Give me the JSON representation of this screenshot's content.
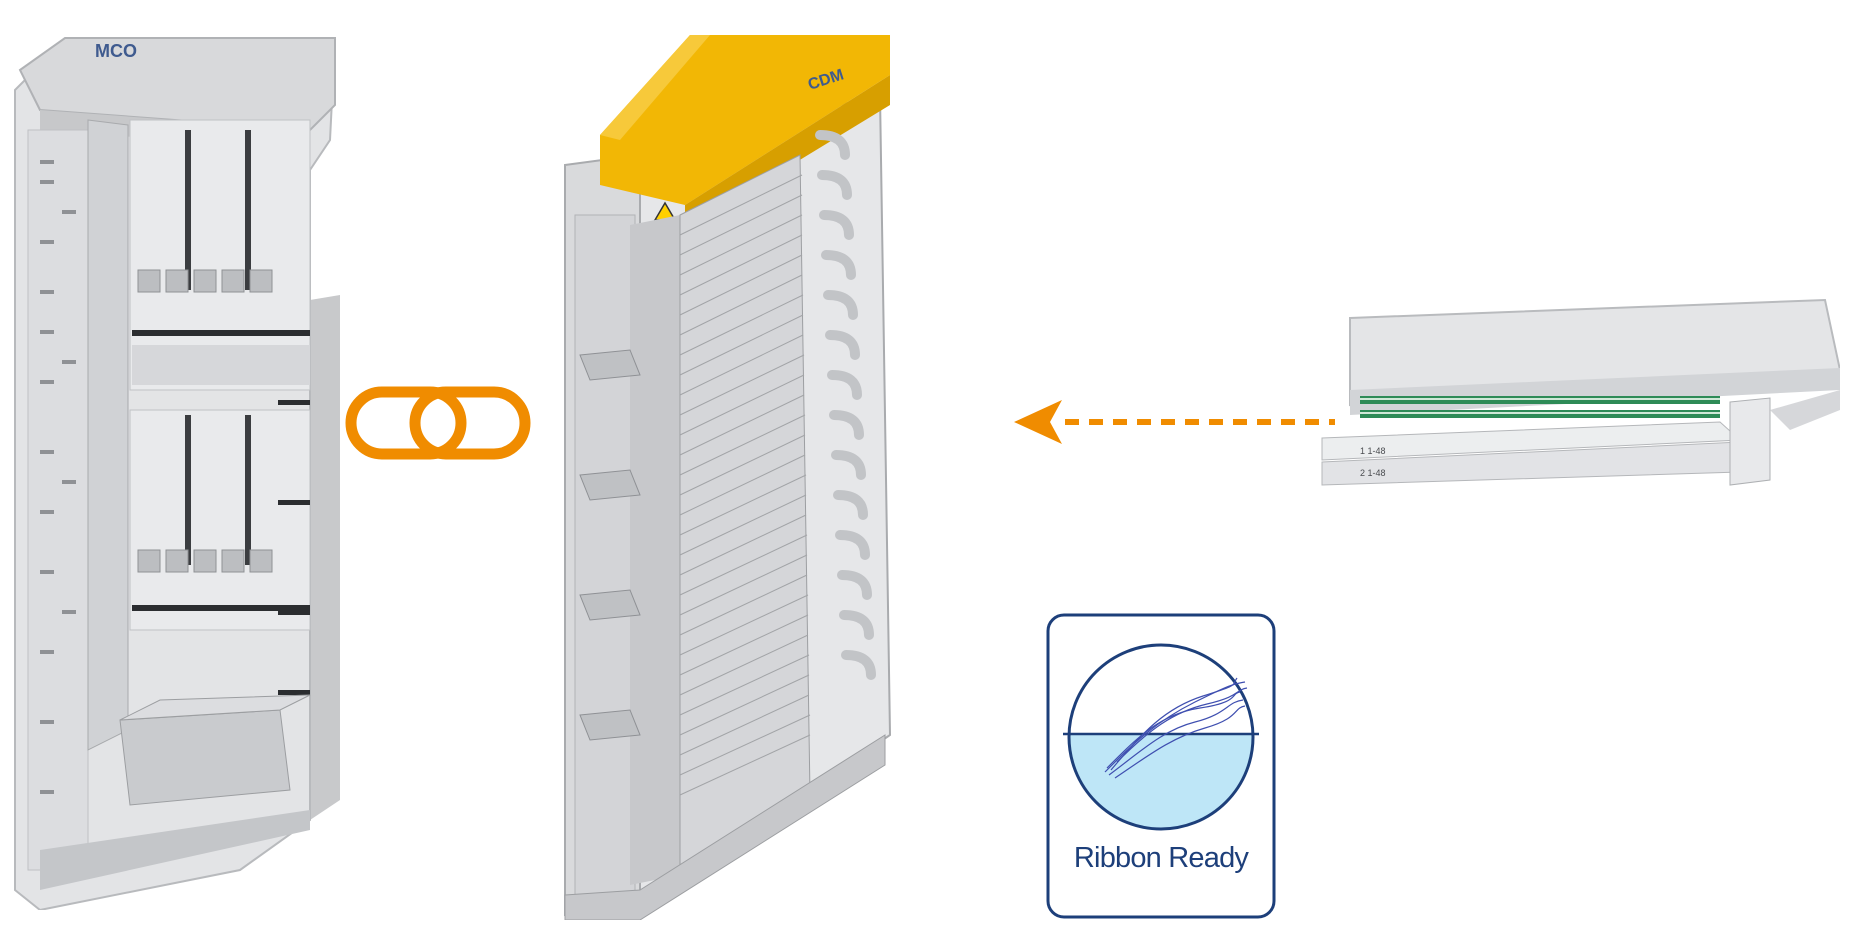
{
  "left_rack": {
    "brand": "MCO"
  },
  "center_rack": {
    "brand": "CDM"
  },
  "panel": {
    "label_row_1": "1   1-48",
    "label_row_2": "2   1-48"
  },
  "badge": {
    "label": "Ribbon Ready"
  },
  "colors": {
    "accent_orange": "#F08C00",
    "rack_grey": "#D9DADC",
    "rack_dark": "#A9ABAE",
    "badge_navy": "#1D3F7A",
    "badge_water": "#BEE6F7",
    "connector_green": "#2E8B57"
  },
  "icons": [
    "link-icon",
    "arrow-left-icon",
    "ribbon-fiber-icon"
  ]
}
